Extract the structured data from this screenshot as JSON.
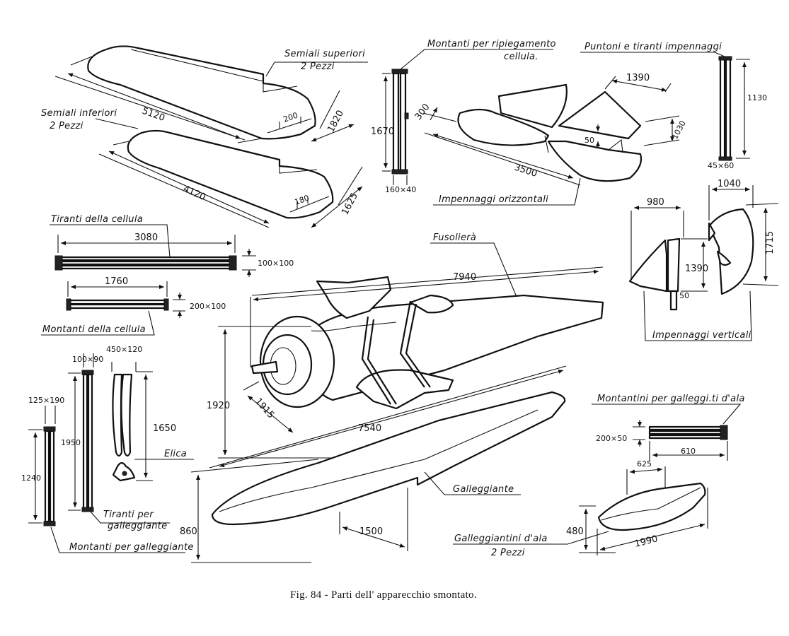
{
  "caption": "Fig. 84 - Parti dell' apparecchio smontato.",
  "labels": {
    "semiali_superiori_1": "Semiali superiori",
    "semiali_superiori_2": "2 Pezzi",
    "semiali_inferiori_1": "Semiali inferiori",
    "semiali_inferiori_2": "2 Pezzi",
    "montanti_ripiegamento_1": "Montanti per ripiegamento",
    "montanti_ripiegamento_2": "cellula.",
    "puntoni_tiranti": "Puntoni e tiranti impennaggi",
    "impennaggi_orizzontali": "Impennaggi orizzontali",
    "tiranti_cellula": "Tiranti della cellula",
    "montanti_cellula": "Montanti della cellula",
    "fusoliera": "Fusolierà",
    "impennaggi_verticali": "Impennaggi verticali",
    "tiranti_galleggiante_1": "Tiranti per",
    "tiranti_galleggiante_2": "galleggiante",
    "montanti_galleggiante": "Montanti per galleggiante",
    "elica": "Elica",
    "galleggiante": "Galleggiante",
    "montantini_galleggianti": "Montantini per galleggi.ti d'ala",
    "galleggiantini_1": "Galleggiantini d'ala",
    "galleggiantini_2": "2 Pezzi"
  },
  "dims": {
    "upper_wing_span": "5120",
    "upper_wing_chord": "1820",
    "upper_wing_thk": "200",
    "lower_wing_span": "4120",
    "lower_wing_chord": "1625",
    "lower_wing_thk": "180",
    "strut_fold_len": "1670",
    "strut_fold_sec": "160×40",
    "htail_300": "300",
    "htail_span": "3500",
    "htail_1390": "1390",
    "htail_1030": "1030",
    "htail_50": "50",
    "brace_len": "1130",
    "brace_sec": "45×60",
    "tie_len": "3080",
    "tie_sec": "100×100",
    "cab_strut_len": "1760",
    "cab_strut_sec": "200×100",
    "fus_len": "7940",
    "fus_h": "1920",
    "fus_w": "1915",
    "fin_980": "980",
    "fin_1390": "1390",
    "fin_50": "50",
    "rud_1040": "1040",
    "rud_1715": "1715",
    "float_len": "7540",
    "float_h": "860",
    "float_step": "1500",
    "fstrut_sec": "125×190",
    "fstrut_len": "1240",
    "ftie_sec": "100×90",
    "ftie_len": "1950",
    "prop_sec": "450×120",
    "prop_len": "1650",
    "wfstrut_sec": "200×50",
    "wfstrut_len": "610",
    "wfloat_w": "625",
    "wfloat_h": "480",
    "wfloat_len": "1990"
  }
}
